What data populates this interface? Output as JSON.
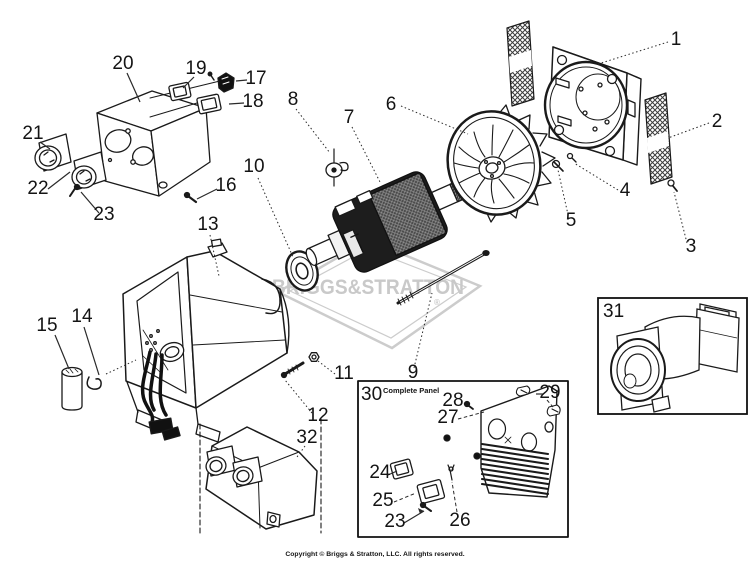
{
  "watermark": {
    "brand": "BRIGGS&STRATTON",
    "registered": "®"
  },
  "copyright": "Copyright © Briggs & Stratton, LLC. All rights reserved.",
  "boxes": {
    "b30": {
      "number": "30",
      "title": "Complete Panel"
    },
    "b31": {
      "number": "31"
    }
  },
  "callouts": {
    "n1": "1",
    "n2": "2",
    "n3": "3",
    "n4": "4",
    "n5": "5",
    "n6": "6",
    "n7": "7",
    "n8": "8",
    "n9": "9",
    "n10": "10",
    "n11": "11",
    "n12": "12",
    "n13": "13",
    "n14": "14",
    "n15": "15",
    "n16": "16",
    "n17": "17",
    "n18": "18",
    "n19": "19",
    "n20": "20",
    "n21": "21",
    "n22": "22",
    "n23": "23",
    "n23b": "23",
    "n24": "24",
    "n25": "25",
    "n26": "26",
    "n27": "27",
    "n28": "28",
    "n29": "29",
    "n32": "32"
  }
}
